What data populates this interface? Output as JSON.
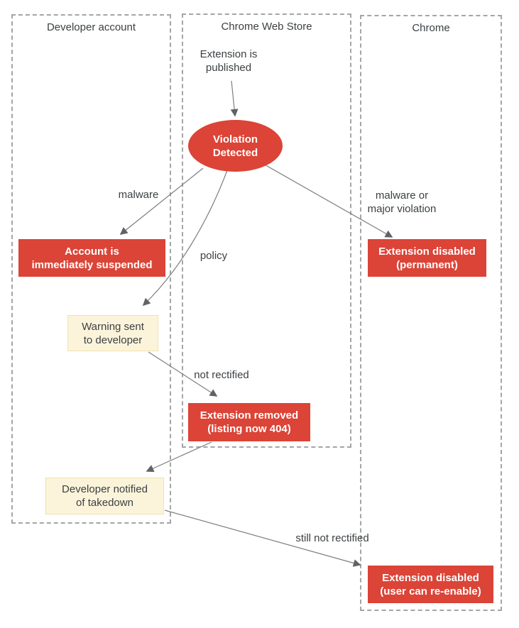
{
  "lanes": {
    "developer": {
      "title": "Developer account"
    },
    "webstore": {
      "title": "Chrome Web Store"
    },
    "chrome": {
      "title": "Chrome"
    }
  },
  "nodes": {
    "start": {
      "label": "Extension is\npublished"
    },
    "violation": {
      "label": "Violation\nDetected"
    },
    "account_suspended": {
      "label": "Account is\nimmediately suspended"
    },
    "warning": {
      "label": "Warning sent\nto developer"
    },
    "removed": {
      "label": "Extension removed\n(listing now 404)"
    },
    "disabled_permanent": {
      "label": "Extension disabled\n(permanent)"
    },
    "notified": {
      "label": "Developer notified\nof takedown"
    },
    "disabled_reenable": {
      "label": "Extension disabled\n(user can re-enable)"
    }
  },
  "edges": {
    "malware": {
      "label": "malware"
    },
    "policy": {
      "label": "policy"
    },
    "malware_major": {
      "label": "malware or\nmajor violation"
    },
    "not_rectified": {
      "label": "not rectified"
    },
    "still_not_rectified": {
      "label": "still not rectified"
    }
  },
  "colors": {
    "node_red": "#db4437",
    "node_yellow_bg": "#fcf4da",
    "node_yellow_border": "#f0e2ad",
    "lane_border": "#a5a5a5",
    "arrow_line": "#7d7d7d",
    "arrow_head": "#5f6368",
    "text_dark": "#3c4043",
    "text_on_red": "#ffffff"
  }
}
